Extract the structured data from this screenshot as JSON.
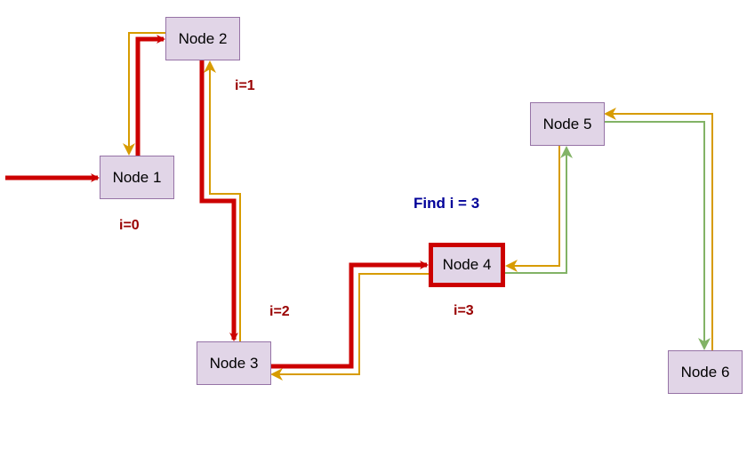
{
  "diagram": {
    "title": "Find i = 3",
    "nodes": [
      {
        "id": "n1",
        "label": "Node 1",
        "index_label": "i=0",
        "active": false
      },
      {
        "id": "n2",
        "label": "Node 2",
        "index_label": "i=1",
        "active": false
      },
      {
        "id": "n3",
        "label": "Node 3",
        "index_label": "i=2",
        "active": false
      },
      {
        "id": "n4",
        "label": "Node 4",
        "index_label": "i=3",
        "active": true
      },
      {
        "id": "n5",
        "label": "Node 5",
        "index_label": "",
        "active": false
      },
      {
        "id": "n6",
        "label": "Node 6",
        "index_label": "",
        "active": false
      }
    ],
    "edges": [
      {
        "from": "start",
        "to": "n1",
        "kind": "traversal"
      },
      {
        "from": "n1",
        "to": "n2",
        "kind": "traversal"
      },
      {
        "from": "n2",
        "to": "n1",
        "kind": "prev"
      },
      {
        "from": "n2",
        "to": "n3",
        "kind": "traversal"
      },
      {
        "from": "n3",
        "to": "n2",
        "kind": "prev"
      },
      {
        "from": "n3",
        "to": "n4",
        "kind": "traversal"
      },
      {
        "from": "n4",
        "to": "n3",
        "kind": "prev"
      },
      {
        "from": "n4",
        "to": "n5",
        "kind": "next"
      },
      {
        "from": "n5",
        "to": "n4",
        "kind": "prev"
      },
      {
        "from": "n5",
        "to": "n6",
        "kind": "next"
      },
      {
        "from": "n6",
        "to": "n5",
        "kind": "prev"
      }
    ],
    "colors": {
      "traversal": "#cc0000",
      "prev": "#d79b00",
      "next": "#82b366",
      "node_fill": "#e1d5e7",
      "node_stroke": "#9673a6",
      "index_label": "#990000",
      "title": "#000099"
    }
  }
}
